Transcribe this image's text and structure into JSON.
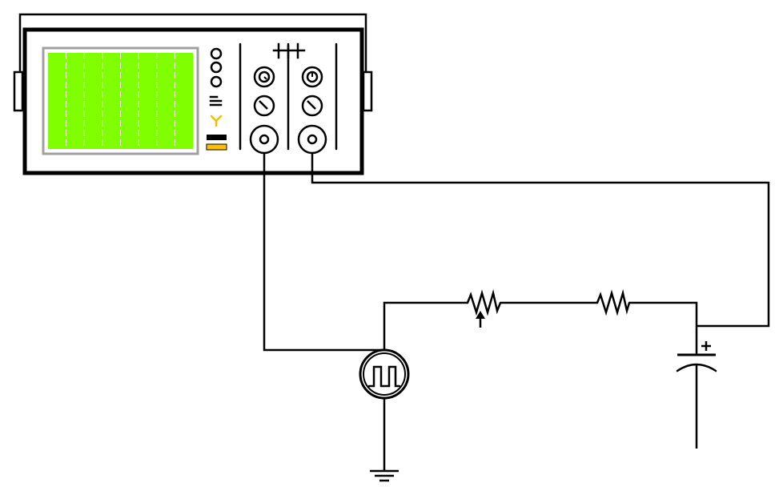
{
  "diagram": {
    "colors": {
      "screen": "#80ff00",
      "screen_bezel": "#a0a0a0",
      "trigger_y": "#f0c000",
      "orange_button": "#ffc000",
      "line": "#000000",
      "background": "#ffffff"
    },
    "instrument": {
      "type": "oscilloscope",
      "channels": 2,
      "front_panel_glyph": "Ξ",
      "trigger_glyph": "Y"
    },
    "circuit": {
      "source": "square-wave-generator",
      "components": [
        "variable-resistor",
        "fixed-resistor",
        "polarized-capacitor",
        "ground"
      ],
      "capacitor_polarity_label": "+"
    }
  }
}
